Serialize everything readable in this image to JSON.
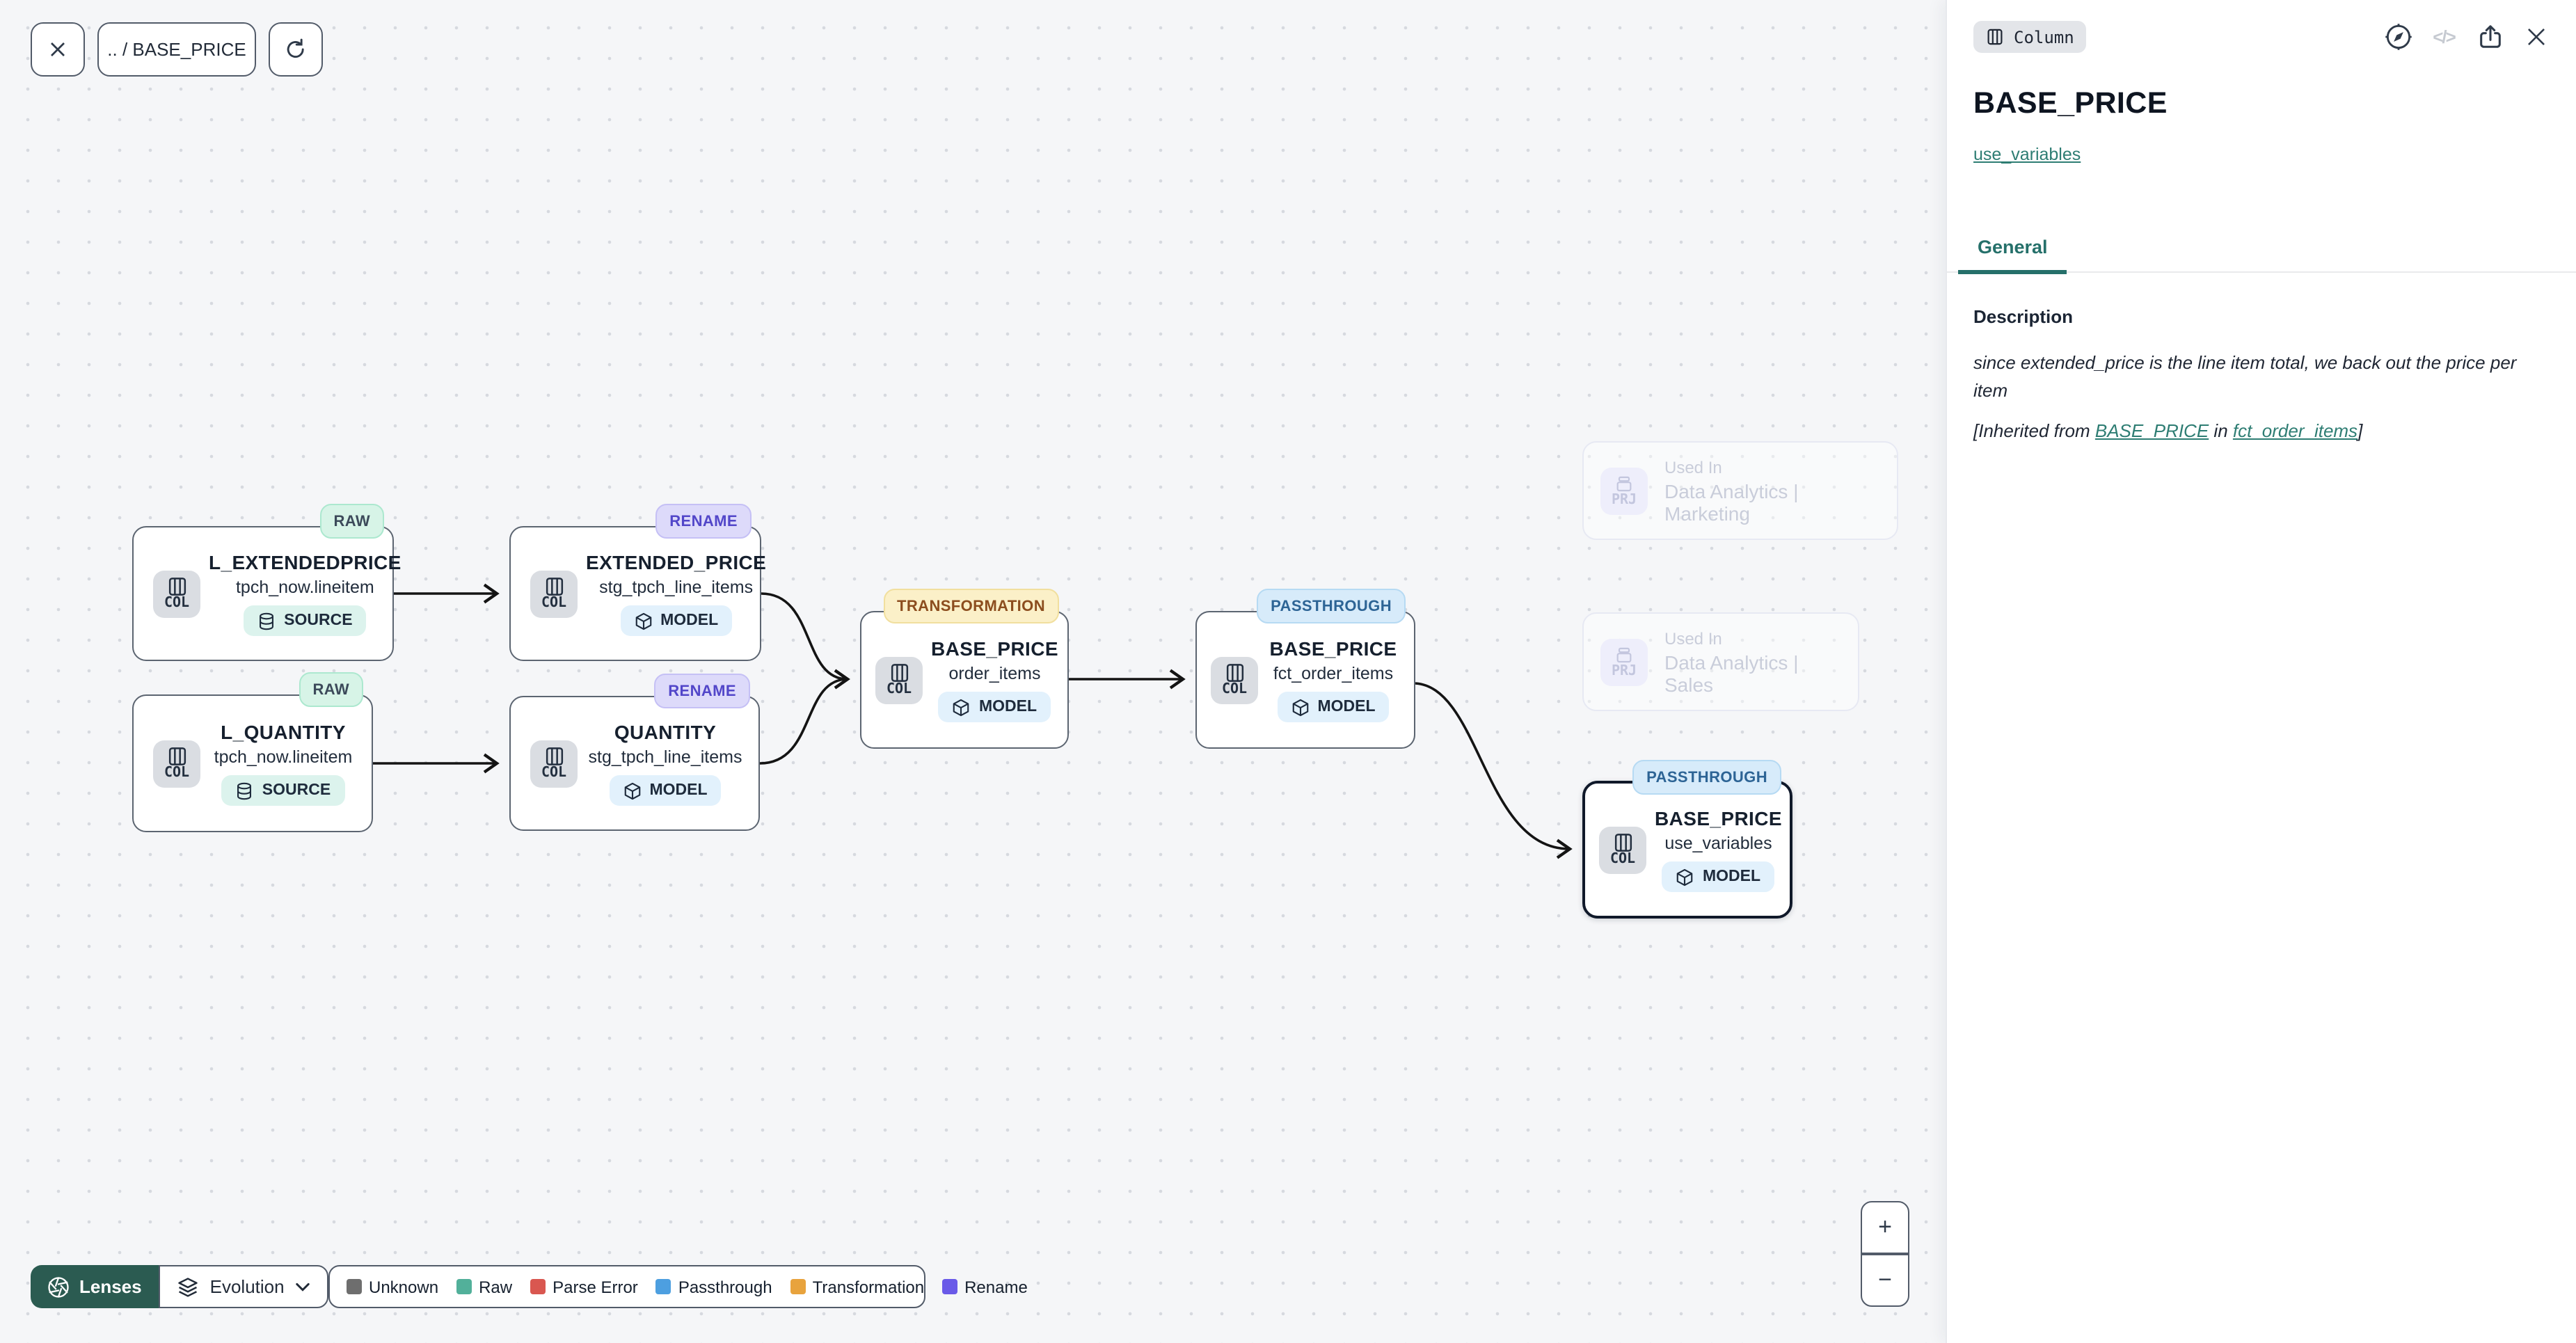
{
  "toolbar": {
    "breadcrumb": ".. / BASE_PRICE"
  },
  "strings": {
    "col": "COL",
    "prj": "PRJ"
  },
  "nodes": [
    {
      "badge": "RAW",
      "title": "L_EXTENDEDPRICE",
      "subtitle": "tpch_now.lineitem",
      "kind": "SOURCE"
    },
    {
      "badge": "RENAME",
      "title": "EXTENDED_PRICE",
      "subtitle": "stg_tpch_line_items",
      "kind": "MODEL"
    },
    {
      "badge": "RAW",
      "title": "L_QUANTITY",
      "subtitle": "tpch_now.lineitem",
      "kind": "SOURCE"
    },
    {
      "badge": "RENAME",
      "title": "QUANTITY",
      "subtitle": "stg_tpch_line_items",
      "kind": "MODEL"
    },
    {
      "badge": "TRANSFORMATION",
      "title": "BASE_PRICE",
      "subtitle": "order_items",
      "kind": "MODEL"
    },
    {
      "badge": "PASSTHROUGH",
      "title": "BASE_PRICE",
      "subtitle": "fct_order_items",
      "kind": "MODEL"
    },
    {
      "badge": "PASSTHROUGH",
      "title": "BASE_PRICE",
      "subtitle": "use_variables",
      "kind": "MODEL",
      "selected": true
    }
  ],
  "ghost_nodes": [
    {
      "label": "Used In",
      "name": "Data Analytics | Marketing"
    },
    {
      "label": "Used In",
      "name": "Data Analytics | Sales"
    }
  ],
  "panel": {
    "type_badge": "Column",
    "title": "BASE_PRICE",
    "model_link": "use_variables",
    "tab": "General",
    "description_label": "Description",
    "description": "since extended_price is the line item total, we back out the price per item",
    "inherited": {
      "prefix": "[Inherited from ",
      "link1": "BASE_PRICE",
      "middle": " in ",
      "link2": "fct_order_items",
      "suffix": "]"
    }
  },
  "footer": {
    "lenses": "Lenses",
    "lens_selector": "Evolution",
    "legend": [
      {
        "label": "Unknown",
        "color": "#6E6E6E"
      },
      {
        "label": "Raw",
        "color": "#52B09A"
      },
      {
        "label": "Parse Error",
        "color": "#D95750"
      },
      {
        "label": "Passthrough",
        "color": "#4D9FE0"
      },
      {
        "label": "Transformation",
        "color": "#E8A33D"
      },
      {
        "label": "Rename",
        "color": "#6A5AE8"
      }
    ]
  },
  "zoom_controls": {
    "zoom_in": "+",
    "zoom_out": "−"
  },
  "colors": {
    "accent_teal": "#2E7D73",
    "selected_border": "#10192A",
    "lenses_button": "#2B5B51",
    "edge": "#141414"
  }
}
